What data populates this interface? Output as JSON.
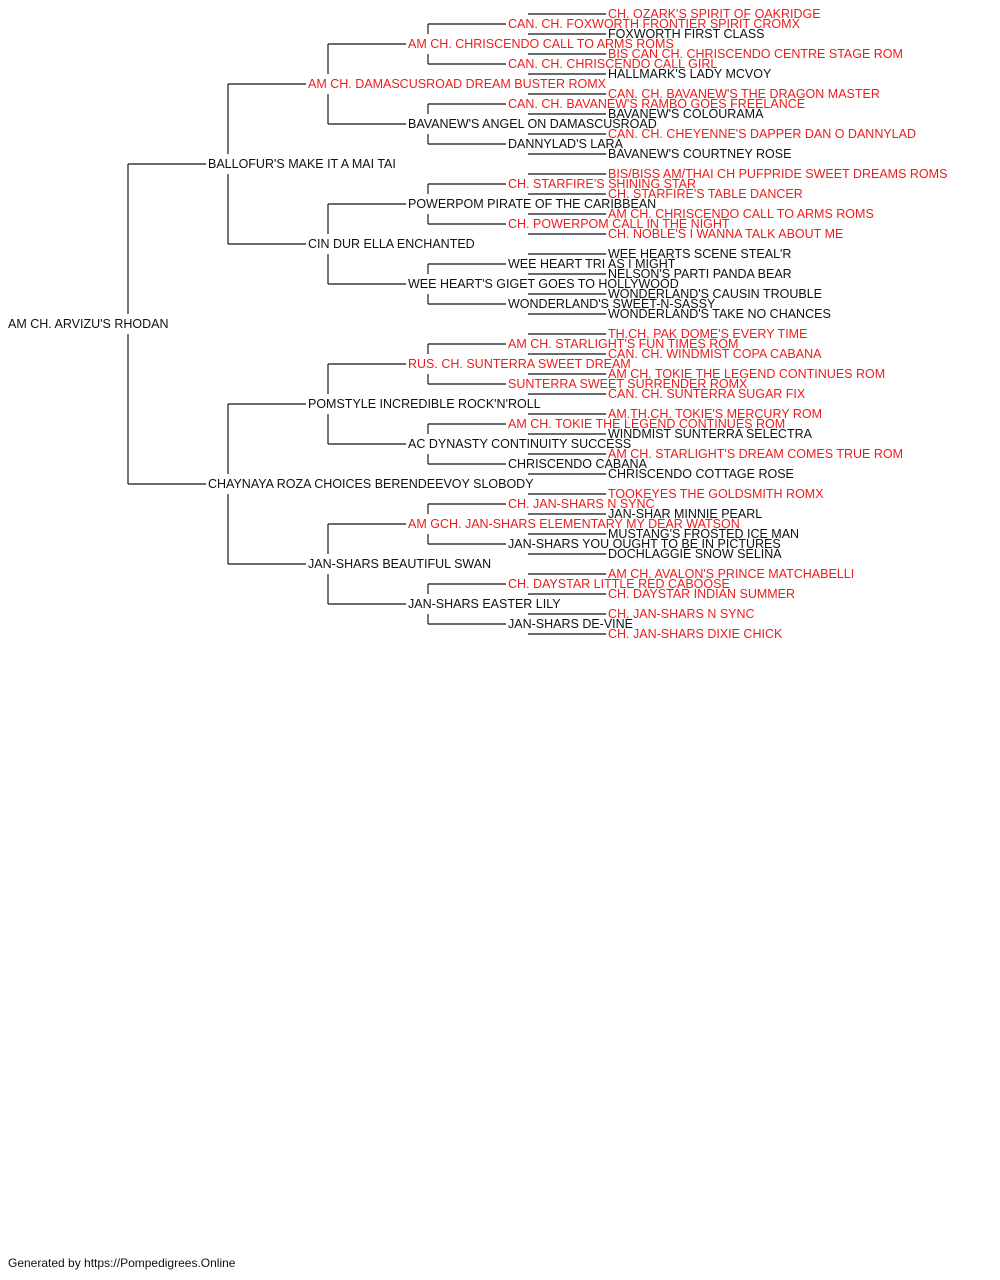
{
  "colors": {
    "champion": "#ee1c1c",
    "regular": "#111111",
    "connector": "#3a3a3a"
  },
  "pedigree": {
    "name": "AM CH. ARVIZU'S RHODAN",
    "champion": false,
    "sire": {
      "name": "BALLOFUR'S MAKE IT A MAI TAI",
      "champion": false,
      "sire": {
        "name": "AM CH. DAMASCUSROAD DREAM BUSTER ROMX",
        "champion": true,
        "sire": {
          "name": "AM CH. CHRISCENDO CALL TO ARMS ROMS",
          "champion": true,
          "sire": {
            "name": "CAN. CH. FOXWORTH FRONTIER SPIRIT CROMX",
            "champion": true,
            "sire": {
              "name": "CH. OZARK'S SPIRIT OF OAKRIDGE",
              "champion": true
            },
            "dam": {
              "name": "FOXWORTH FIRST CLASS",
              "champion": false
            }
          },
          "dam": {
            "name": "CAN. CH. CHRISCENDO CALL GIRL",
            "champion": true,
            "sire": {
              "name": "BIS CAN CH. CHRISCENDO CENTRE STAGE ROM",
              "champion": true
            },
            "dam": {
              "name": "HALLMARK'S LADY MCVOY",
              "champion": false
            }
          }
        },
        "dam": {
          "name": "BAVANEW'S ANGEL ON DAMASCUSROAD",
          "champion": false,
          "sire": {
            "name": "CAN. CH. BAVANEW'S RAMBO GOES FREELANCE",
            "champion": true,
            "sire": {
              "name": "CAN. CH. BAVANEW'S THE DRAGON MASTER",
              "champion": true
            },
            "dam": {
              "name": "BAVANEW'S COLOURAMA",
              "champion": false
            }
          },
          "dam": {
            "name": "DANNYLAD'S LARA",
            "champion": false,
            "sire": {
              "name": "CAN. CH. CHEYENNE'S DAPPER DAN O DANNYLAD",
              "champion": true
            },
            "dam": {
              "name": "BAVANEW'S COURTNEY ROSE",
              "champion": false
            }
          }
        }
      },
      "dam": {
        "name": "CIN DUR ELLA ENCHANTED",
        "champion": false,
        "sire": {
          "name": "POWERPOM PIRATE OF THE CARIBBEAN",
          "champion": false,
          "sire": {
            "name": "CH. STARFIRE'S SHINING STAR",
            "champion": true,
            "sire": {
              "name": "BIS/BISS AM/THAI CH PUFPRIDE SWEET DREAMS ROMS",
              "champion": true
            },
            "dam": {
              "name": "CH. STARFIRE'S TABLE DANCER",
              "champion": true
            }
          },
          "dam": {
            "name": "CH. POWERPOM CALL IN THE NIGHT",
            "champion": true,
            "sire": {
              "name": "AM CH. CHRISCENDO CALL TO ARMS ROMS",
              "champion": true
            },
            "dam": {
              "name": "CH. NOBLE'S I WANNA TALK ABOUT ME",
              "champion": true
            }
          }
        },
        "dam": {
          "name": "WEE HEART'S GIGET GOES TO HOLLYWOOD",
          "champion": false,
          "sire": {
            "name": "WEE HEART TRI AS I MIGHT",
            "champion": false,
            "sire": {
              "name": "WEE HEARTS SCENE STEAL'R",
              "champion": false
            },
            "dam": {
              "name": "NELSON'S PARTI PANDA BEAR",
              "champion": false
            }
          },
          "dam": {
            "name": "WONDERLAND'S SWEET-N-SASSY",
            "champion": false,
            "sire": {
              "name": "WONDERLAND'S CAUSIN TROUBLE",
              "champion": false
            },
            "dam": {
              "name": "WONDERLAND'S TAKE NO CHANCES",
              "champion": false
            }
          }
        }
      }
    },
    "dam": {
      "name": "CHAYNAYA ROZA CHOICES BERENDEEVOY SLOBODY",
      "champion": false,
      "sire": {
        "name": "POMSTYLE INCREDIBLE ROCK'N'ROLL",
        "champion": false,
        "sire": {
          "name": "RUS. CH. SUNTERRA SWEET DREAM",
          "champion": true,
          "sire": {
            "name": "AM CH. STARLIGHT'S FUN TIMES ROM",
            "champion": true,
            "sire": {
              "name": "TH.CH. PAK DOME'S EVERY TIME",
              "champion": true
            },
            "dam": {
              "name": "CAN. CH. WINDMIST COPA CABANA",
              "champion": true
            }
          },
          "dam": {
            "name": "SUNTERRA SWEET SURRENDER ROMX",
            "champion": true,
            "sire": {
              "name": "AM CH. TOKIE THE LEGEND CONTINUES ROM",
              "champion": true
            },
            "dam": {
              "name": "CAN. CH. SUNTERRA SUGAR FIX",
              "champion": true
            }
          }
        },
        "dam": {
          "name": "AC DYNASTY CONTINUITY SUCCESS",
          "champion": false,
          "sire": {
            "name": "AM CH. TOKIE THE LEGEND CONTINUES ROM",
            "champion": true,
            "sire": {
              "name": "AM.TH.CH. TOKIE'S MERCURY ROM",
              "champion": true
            },
            "dam": {
              "name": "WINDMIST SUNTERRA SELECTRA",
              "champion": false
            }
          },
          "dam": {
            "name": "CHRISCENDO CABANA",
            "champion": false,
            "sire": {
              "name": "AM CH. STARLIGHT'S DREAM COMES TRUE ROM",
              "champion": true
            },
            "dam": {
              "name": "CHRISCENDO COTTAGE ROSE",
              "champion": false
            }
          }
        }
      },
      "dam": {
        "name": "JAN-SHARS BEAUTIFUL SWAN",
        "champion": false,
        "sire": {
          "name": "AM GCH. JAN-SHARS ELEMENTARY MY DEAR WATSON",
          "champion": true,
          "sire": {
            "name": "CH. JAN-SHARS N SYNC",
            "champion": true,
            "sire": {
              "name": "TOOKEYES THE GOLDSMITH ROMX",
              "champion": true
            },
            "dam": {
              "name": "JAN-SHAR MINNIE PEARL",
              "champion": false
            }
          },
          "dam": {
            "name": "JAN-SHARS YOU OUGHT TO BE IN PICTURES",
            "champion": false,
            "sire": {
              "name": "MUSTANG'S FROSTED ICE MAN",
              "champion": false
            },
            "dam": {
              "name": "DOCHLAGGIE SNOW SELINA",
              "champion": false
            }
          }
        },
        "dam": {
          "name": "JAN-SHARS EASTER LILY",
          "champion": false,
          "sire": {
            "name": "CH. DAYSTAR LITTLE RED CABOOSE",
            "champion": true,
            "sire": {
              "name": "AM CH. AVALON'S PRINCE MATCHABELLI",
              "champion": true
            },
            "dam": {
              "name": "CH. DAYSTAR INDIAN SUMMER",
              "champion": true
            }
          },
          "dam": {
            "name": "JAN-SHARS DE-VINE",
            "champion": false,
            "sire": {
              "name": "CH. JAN-SHARS N SYNC",
              "champion": true
            },
            "dam": {
              "name": "CH. JAN-SHARS DIXIE CHICK",
              "champion": true
            }
          }
        }
      }
    }
  },
  "footer": {
    "text": "Generated by https://Pompedigrees.Online"
  }
}
